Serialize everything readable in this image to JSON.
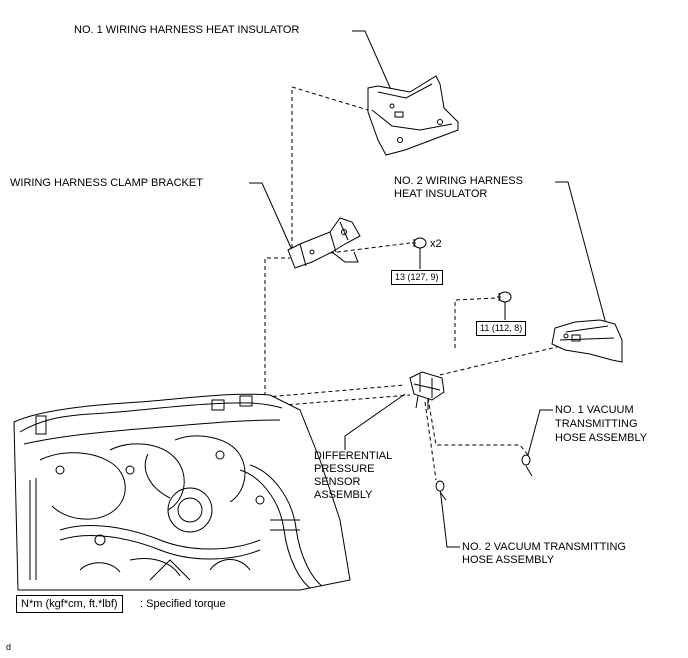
{
  "labels": {
    "heat_insulator_1": "NO. 1 WIRING HARNESS HEAT INSULATOR",
    "clamp_bracket": "WIRING HARNESS CLAMP BRACKET",
    "heat_insulator_2_line1": "NO. 2 WIRING HARNESS",
    "heat_insulator_2_line2": "HEAT INSULATOR",
    "dps_line1": "DIFFERENTIAL",
    "dps_line2": "PRESSURE",
    "dps_line3": "SENSOR",
    "dps_line4": "ASSEMBLY",
    "vac1_line1": "NO. 1 VACUUM",
    "vac1_line2": "TRANSMITTING",
    "vac1_line3": "HOSE ASSEMBLY",
    "vac2_line1": "NO. 2 VACUUM TRANSMITTING",
    "vac2_line2": "HOSE ASSEMBLY",
    "qty": "x2"
  },
  "torque": {
    "bolt_a": "13 (127, 9)",
    "bolt_b": "11 (112, 8)"
  },
  "legend": {
    "unit": "N*m (kgf*cm, ft.*lbf)",
    "meaning": ": Specified torque"
  },
  "footer": {
    "code": "d"
  }
}
